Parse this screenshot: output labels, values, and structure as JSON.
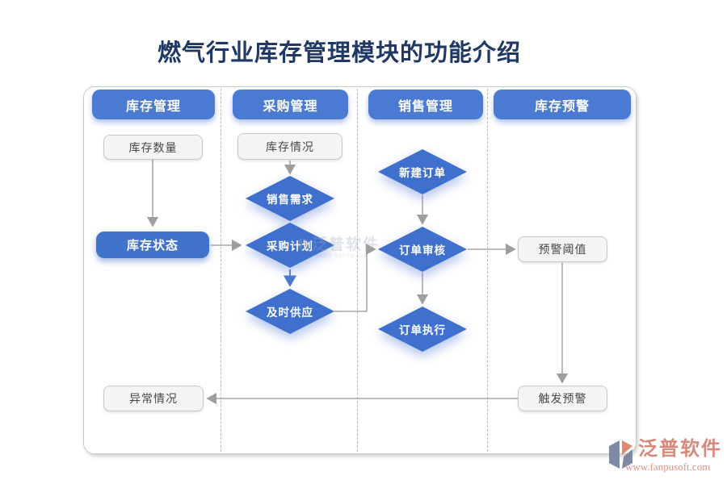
{
  "page": {
    "title": "燃气行业库存管理模块的功能介绍"
  },
  "colors": {
    "title": "#1f3866",
    "header_blue": "#4a7ad1",
    "diamond_blue": "#3f70cd",
    "box_blue": "#4273cb",
    "gray_fill": "#f4f4f4",
    "arrow_gray": "#9e9e9e",
    "arrow_blue": "#4a7ad0",
    "brand_salmon": "#d9897a"
  },
  "columns": [
    {
      "header": "库存管理"
    },
    {
      "header": "采购管理"
    },
    {
      "header": "销售管理"
    },
    {
      "header": "库存预警"
    }
  ],
  "nodes": {
    "inventory_qty": "库存数量",
    "inventory_state": "库存状态",
    "abnormal_case": "异常情况",
    "inventory_cond": "库存情况",
    "sales_demand": "销售需求",
    "purchase_plan": "采购计划",
    "timely_supply": "及时供应",
    "new_order": "新建订单",
    "order_review": "订单审核",
    "order_exec": "订单执行",
    "alert_threshold": "预警阈值",
    "trigger_alert": "触发预警"
  },
  "watermark": {
    "center_text": "泛普软件",
    "center_sub": "FANPU SOFTWARE",
    "brand_name": "泛普软件",
    "brand_url": "www.fanpusoft.com"
  }
}
